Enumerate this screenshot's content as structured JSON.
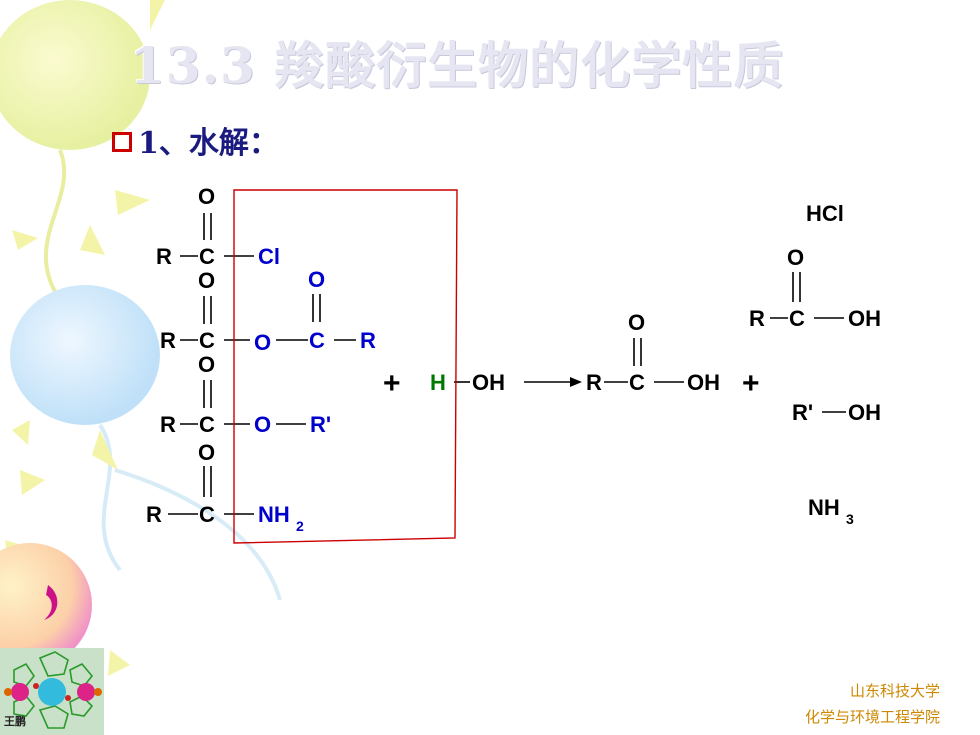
{
  "slide": {
    "title": "13.3 羧酸衍生物的化学性质",
    "bullet": "1、水解：",
    "footer_line1": "山东科技大学",
    "footer_line2": "化学与环境工程学院",
    "logo_name": "王鹏"
  },
  "reaction": {
    "plus": "+",
    "arrow_label": "",
    "reactants": [
      {
        "left": "R",
        "carbon": "C",
        "carbonyl_o": "O",
        "group": "Cl"
      },
      {
        "left": "R",
        "carbon": "C",
        "carbonyl_o": "O",
        "group_o": "O",
        "group_c": "C",
        "group_c_o": "O",
        "group_r": "R"
      },
      {
        "left": "R",
        "carbon": "C",
        "carbonyl_o": "O",
        "group_o": "O",
        "group_r": "R'"
      },
      {
        "left": "R",
        "carbon": "C",
        "carbonyl_o": "O",
        "group": "NH",
        "group_sub": "2"
      }
    ],
    "water": {
      "h": "H",
      "oh": "OH"
    },
    "product": {
      "r": "R",
      "c": "C",
      "o": "O",
      "oh": "OH"
    },
    "byproducts": {
      "hcl": "HCl",
      "acid": {
        "r": "R",
        "c": "C",
        "o": "O",
        "oh": "OH"
      },
      "alcohol": {
        "r": "R'",
        "oh": "OH"
      },
      "ammonia": "NH",
      "ammonia_sub": "3"
    }
  },
  "colors": {
    "title": "#e6e6f2",
    "bullet_box": "#cc0000",
    "bullet_text": "#1a1a80",
    "group_blue": "#0000cc",
    "water_h": "#007700",
    "box_red": "#cc0000",
    "footer": "#cc8800"
  }
}
